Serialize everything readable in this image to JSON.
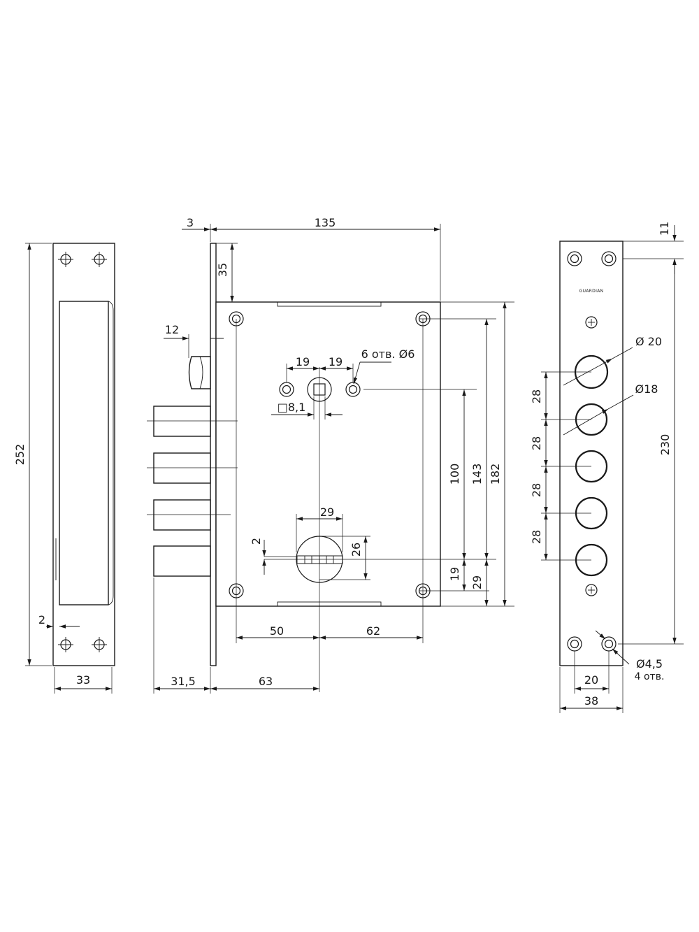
{
  "left_view": {
    "height": "252",
    "width": "33",
    "gap": "2"
  },
  "front_view": {
    "faceplate_thickness": "3",
    "body_width": "135",
    "top_offset": "35",
    "latch_projection": "12",
    "spindle_left": "19",
    "spindle_right": "19",
    "holes_note": "6 отв. Ø6",
    "square_spindle": "□8,1",
    "key_width": "29",
    "key_height": "26",
    "key_offset": "2",
    "distance_100": "100",
    "distance_143": "143",
    "distance_182": "182",
    "bottom_19": "19",
    "bottom_29": "29",
    "hole_left": "50",
    "hole_right": "62",
    "backset": "63",
    "bolt_throw": "31,5"
  },
  "right_view": {
    "top_offset": "11",
    "screw_span": "230",
    "bolt_diameter_top": "Ø 20",
    "bolt_diameter": "Ø18",
    "bolt_pitches": [
      "28",
      "28",
      "28",
      "28"
    ],
    "hole_note": "Ø4,5",
    "hole_count": "4 отв.",
    "hole_spacing": "20",
    "plate_width": "38",
    "brand": "GUARDIAN"
  }
}
